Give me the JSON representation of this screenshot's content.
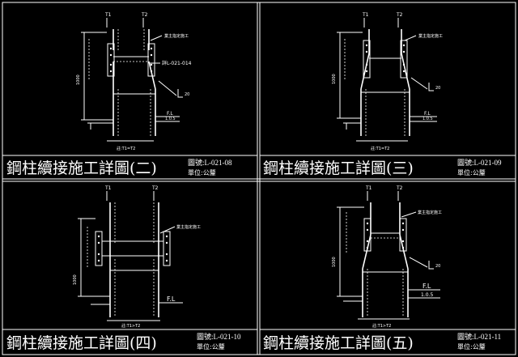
{
  "drawing": {
    "panels": [
      {
        "id": "2",
        "title": "鋼柱續接施工詳圖(二)",
        "drawing_no_label": "圖號:L-021-08",
        "unit_label": "單位:公釐",
        "top_labels": [
          "T1",
          "T2"
        ],
        "note_weld": "業主指定施工",
        "note_ref": "詳L-021-014",
        "dim_height": "1000",
        "slope_label": "20",
        "fl_label": "F.L",
        "level_label": "1.0.5",
        "thickness_note": "註:T1=T2"
      },
      {
        "id": "3",
        "title": "鋼柱續接施工詳圖(三)",
        "drawing_no_label": "圖號:L-021-09",
        "unit_label": "單位:公釐",
        "top_labels": [
          "T1",
          "T2"
        ],
        "note_weld": "業主指定施工",
        "dim_height": "1000",
        "slope_label": "20",
        "fl_label": "F.L",
        "level_label": "1.0.5",
        "thickness_note": "註:T1=T2"
      },
      {
        "id": "4",
        "title": "鋼柱續接施工詳圖(四)",
        "drawing_no_label": "圖號:L-021-10",
        "unit_label": "單位:公釐",
        "top_labels": [
          "T1",
          "T2"
        ],
        "note_weld": "業主指定施工",
        "dim_height": "1000",
        "fl_label": "F.L",
        "thickness_note": "註:T1>T2"
      },
      {
        "id": "5",
        "title": "鋼柱續接施工詳圖(五)",
        "drawing_no_label": "圖號:L-021-11",
        "unit_label": "單位:公釐",
        "top_labels": [
          "T1",
          "T2"
        ],
        "note_weld": "業主指定施工",
        "dim_height": "1000",
        "slope_label": "20",
        "fl_label": "F.L",
        "level_label": "1.0.5",
        "thickness_note": "註:T1>T2"
      }
    ]
  }
}
